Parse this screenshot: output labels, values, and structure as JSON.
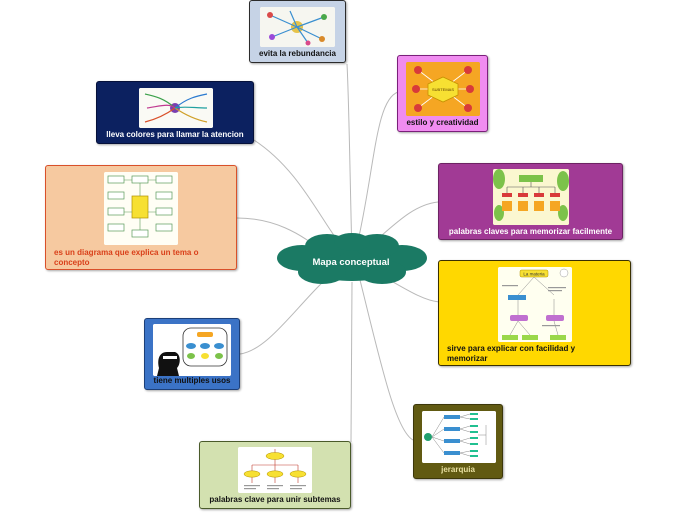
{
  "central_topic": {
    "label": "Mapa conceptual",
    "color": "#1b7a64"
  },
  "topics": [
    {
      "id": "rebundancia",
      "label": "evita la rebundancia",
      "bg": "#c6d3e6",
      "border": "#2b2b2b",
      "text_color": "#111111",
      "image": "mind-map-thumbnail"
    },
    {
      "id": "creatividad",
      "label": "estilo y creatividad",
      "bg": "#f08cf0",
      "border": "#7a1f7a",
      "text_color": "#111111",
      "image": "orange-diagram-thumbnail"
    },
    {
      "id": "colores",
      "label": "lleva colores para llamar la atencion",
      "bg": "#0c2160",
      "border": "#06113a",
      "text_color": "#ffffff",
      "image": "mind-map-thumbnail"
    },
    {
      "id": "claves",
      "label": "palabras claves para memorizar facilmente",
      "bg": "#a13a95",
      "border": "#6d2363",
      "text_color": "#ffffff",
      "image": "leaf-diagram-thumbnail"
    },
    {
      "id": "diagrama",
      "label": "es un diagrama que explica un tema o concepto",
      "bg": "#f6c9a0",
      "border": "#d9502a",
      "text_color": "#d9401a",
      "image": "flowchart-thumbnail"
    },
    {
      "id": "explicar",
      "label": "sirve para explicar con facilidad y memorizar",
      "bg": "#ffd800",
      "border": "#3a3000",
      "text_color": "#111111",
      "image": "concept-map-thumbnail"
    },
    {
      "id": "multiples",
      "label": "tiene multiples usos",
      "bg": "#3b73c6",
      "border": "#1c3f78",
      "text_color": "#111111",
      "image": "thinking-person-thumbnail"
    },
    {
      "id": "jerarquia",
      "label": "jerarquia",
      "bg": "#615a12",
      "border": "#3c370a",
      "text_color": "#e8e0a0",
      "image": "hierarchy-thumbnail"
    },
    {
      "id": "subtemas",
      "label": "palabras clave para unir subtemas",
      "bg": "#d3e1b0",
      "border": "#4a5a2a",
      "text_color": "#111111",
      "image": "yellow-flowchart-thumbnail"
    }
  ],
  "thumbnail_texts": {
    "concept_map_title": "La materia",
    "orange_center": "SUBTEMAS"
  },
  "colors": {
    "link": "#b9b9b9"
  }
}
